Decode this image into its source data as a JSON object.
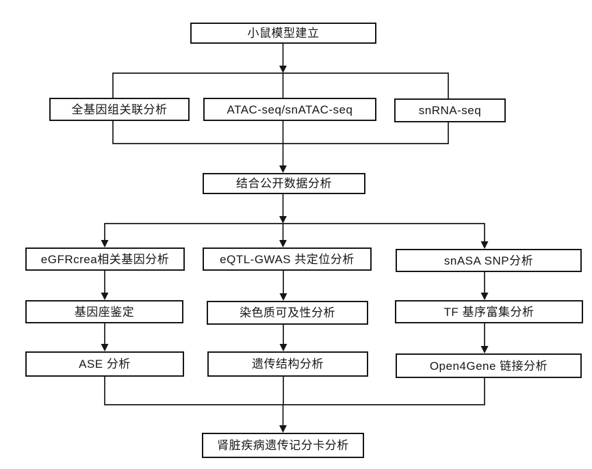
{
  "diagram": {
    "type": "flowchart",
    "background_color": "#ffffff",
    "line_color": "#161616",
    "box_fill": "#ffffff",
    "nodes": [
      {
        "id": "mouse-model",
        "label": "小鼠模型建立"
      },
      {
        "id": "gwas",
        "label": "全基因组关联分析"
      },
      {
        "id": "atac-seq",
        "label": "ATAC-seq/snATAC-seq"
      },
      {
        "id": "snrna-seq",
        "label": "snRNA-seq"
      },
      {
        "id": "public-data",
        "label": "结合公开数据分析"
      },
      {
        "id": "egfr-genes",
        "label": "eGFRcrea相关基因分析"
      },
      {
        "id": "eqtl-gwas-coloc",
        "label": "eQTL-GWAS 共定位分析"
      },
      {
        "id": "snasa-snp",
        "label": "snASA SNP分析"
      },
      {
        "id": "gene-locus",
        "label": "基因座鉴定"
      },
      {
        "id": "chromatin-access",
        "label": "染色质可及性分析"
      },
      {
        "id": "tf-motif",
        "label": "TF 基序富集分析"
      },
      {
        "id": "ase",
        "label": "ASE 分析"
      },
      {
        "id": "genetic-structure",
        "label": "遗传结构分析"
      },
      {
        "id": "open4gene",
        "label": "Open4Gene 链接分析"
      },
      {
        "id": "scorecard",
        "label": "肾脏疾病遗传记分卡分析"
      }
    ],
    "edges": [
      {
        "from": "mouse-model",
        "to": "gwas"
      },
      {
        "from": "mouse-model",
        "to": "atac-seq"
      },
      {
        "from": "mouse-model",
        "to": "snrna-seq"
      },
      {
        "from": "gwas",
        "to": "public-data"
      },
      {
        "from": "atac-seq",
        "to": "public-data"
      },
      {
        "from": "snrna-seq",
        "to": "public-data"
      },
      {
        "from": "public-data",
        "to": "egfr-genes"
      },
      {
        "from": "public-data",
        "to": "eqtl-gwas-coloc"
      },
      {
        "from": "public-data",
        "to": "snasa-snp"
      },
      {
        "from": "egfr-genes",
        "to": "gene-locus"
      },
      {
        "from": "gene-locus",
        "to": "ase"
      },
      {
        "from": "eqtl-gwas-coloc",
        "to": "chromatin-access"
      },
      {
        "from": "chromatin-access",
        "to": "genetic-structure"
      },
      {
        "from": "snasa-snp",
        "to": "tf-motif"
      },
      {
        "from": "tf-motif",
        "to": "open4gene"
      },
      {
        "from": "ase",
        "to": "scorecard"
      },
      {
        "from": "genetic-structure",
        "to": "scorecard"
      },
      {
        "from": "open4gene",
        "to": "scorecard"
      }
    ]
  }
}
